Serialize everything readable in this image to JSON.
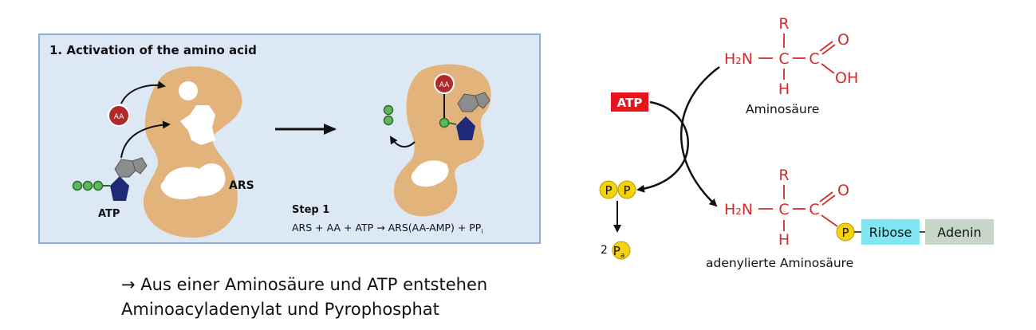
{
  "left_panel": {
    "title": "1. Activation of the amino acid",
    "aa_label": "AA",
    "atp_label": "ATP",
    "ars_label": "ARS",
    "step_title": "Step 1",
    "equation_main": "ARS + AA + ATP → ARS(AA-AMP) + PP",
    "equation_sub": "i",
    "colors": {
      "panel_bg": "#dde8f5",
      "panel_border": "#8fb0d6",
      "enzyme": "#e2b47c",
      "aa": "#b12a2a",
      "phosphate": "#5cb85c",
      "ribose": "#1e2a78",
      "adenine": "#8c8c8c"
    }
  },
  "right_panel": {
    "atp_box": "ATP",
    "amino_acid": {
      "r": "R",
      "h2n": "H₂N",
      "c_alpha": "C",
      "c_carboxyl": "C",
      "h": "H",
      "o": "O",
      "oh": "OH",
      "caption": "Aminosäure"
    },
    "adenylated": {
      "r": "R",
      "h2n": "H₂N",
      "c_alpha": "C",
      "c_carboxyl": "C",
      "h": "H",
      "o": "O",
      "p": "P",
      "ribose": "Ribose",
      "adenine": "Adenin",
      "caption": "adenylierte Aminosäure"
    },
    "pyrophosphate": {
      "p1": "P",
      "p2": "P"
    },
    "orthophosphate": {
      "count": "2",
      "p": "P",
      "sub": "a"
    },
    "colors": {
      "red": "#d42b2b",
      "atp_bg": "#e8141c",
      "ribose_bg": "#7fe6f2",
      "adenine_bg": "#c8d6c8",
      "phosphate_bg": "#f5d20a"
    }
  },
  "conclusion": {
    "line1": "→ Aus einer Aminosäure und ATP entstehen",
    "line2": "Aminoacyladenylat und Pyrophosphat"
  }
}
